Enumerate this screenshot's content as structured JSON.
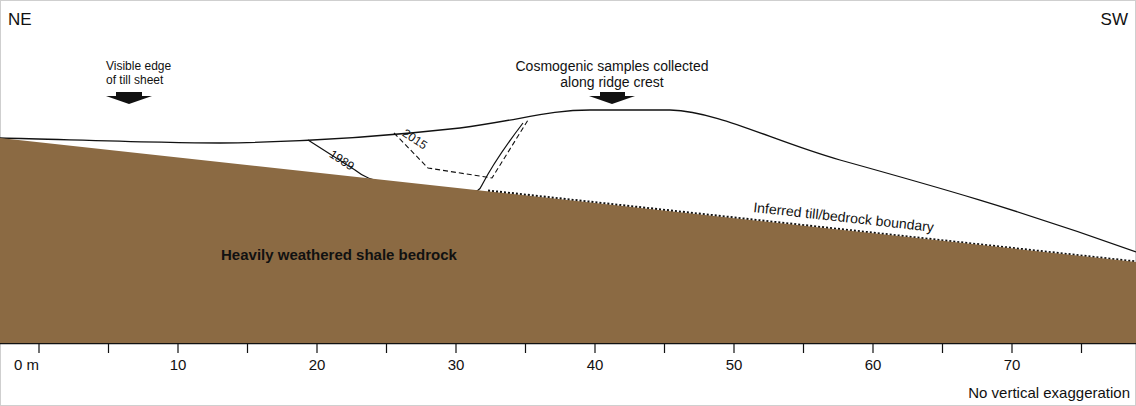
{
  "diagram": {
    "nodes": [
      {
        "text": [
          "Heavily weathered shale bedrock"
        ]
      }
    ],
    "labels": [
      "NE",
      "SW",
      "Visible edge of till sheet",
      "Cosmogenic samples collected along ridge crest",
      "1989",
      "2015",
      "Inferred till/bedrock boundary",
      "0 m",
      "10",
      "20",
      "30",
      "40",
      "50",
      "60",
      "70",
      "No vertical exaggeration"
    ]
  }
}
